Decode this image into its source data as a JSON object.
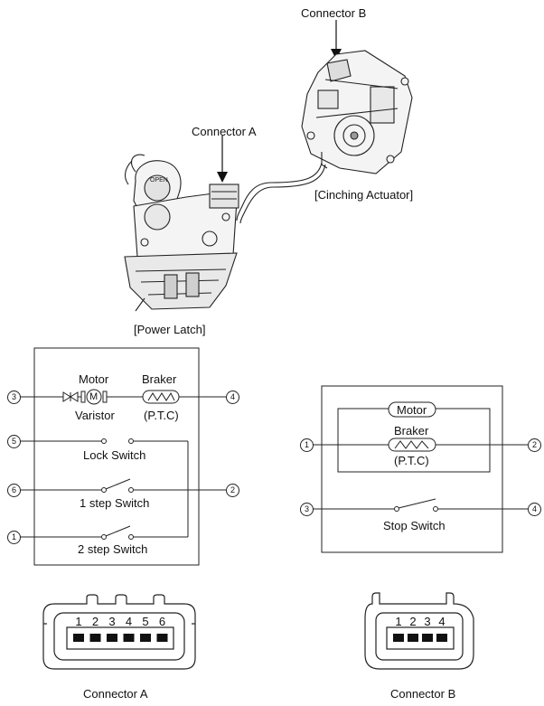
{
  "illustration": {
    "connector_b_label": "Connector B",
    "connector_a_label": "Connector A",
    "cinching_actuator_label": "[Cinching Actuator]",
    "power_latch_label": "[Power Latch]",
    "latch_open_text": "OPEN"
  },
  "latch_circuit": {
    "motor_label": "Motor",
    "motor_symbol": "M",
    "varistor_label": "Varistor",
    "braker_label": "Braker",
    "ptc_label": "(P.T.C)",
    "lock_switch_label": "Lock Switch",
    "step1_switch_label": "1 step Switch",
    "step2_switch_label": "2 step Switch",
    "pins": {
      "p3": "3",
      "p4": "4",
      "p5": "5",
      "p6": "6",
      "p2": "2",
      "p1": "1"
    }
  },
  "actuator_circuit": {
    "motor_label": "Motor",
    "braker_label": "Braker",
    "ptc_label": "(P.T.C)",
    "stop_switch_label": "Stop Switch",
    "pins": {
      "p1": "1",
      "p2": "2",
      "p3": "3",
      "p4": "4"
    }
  },
  "connector_a": {
    "caption": "Connector A",
    "pins": [
      "1",
      "2",
      "3",
      "4",
      "5",
      "6"
    ]
  },
  "connector_b": {
    "caption": "Connector B",
    "pins": [
      "1",
      "2",
      "3",
      "4"
    ]
  }
}
